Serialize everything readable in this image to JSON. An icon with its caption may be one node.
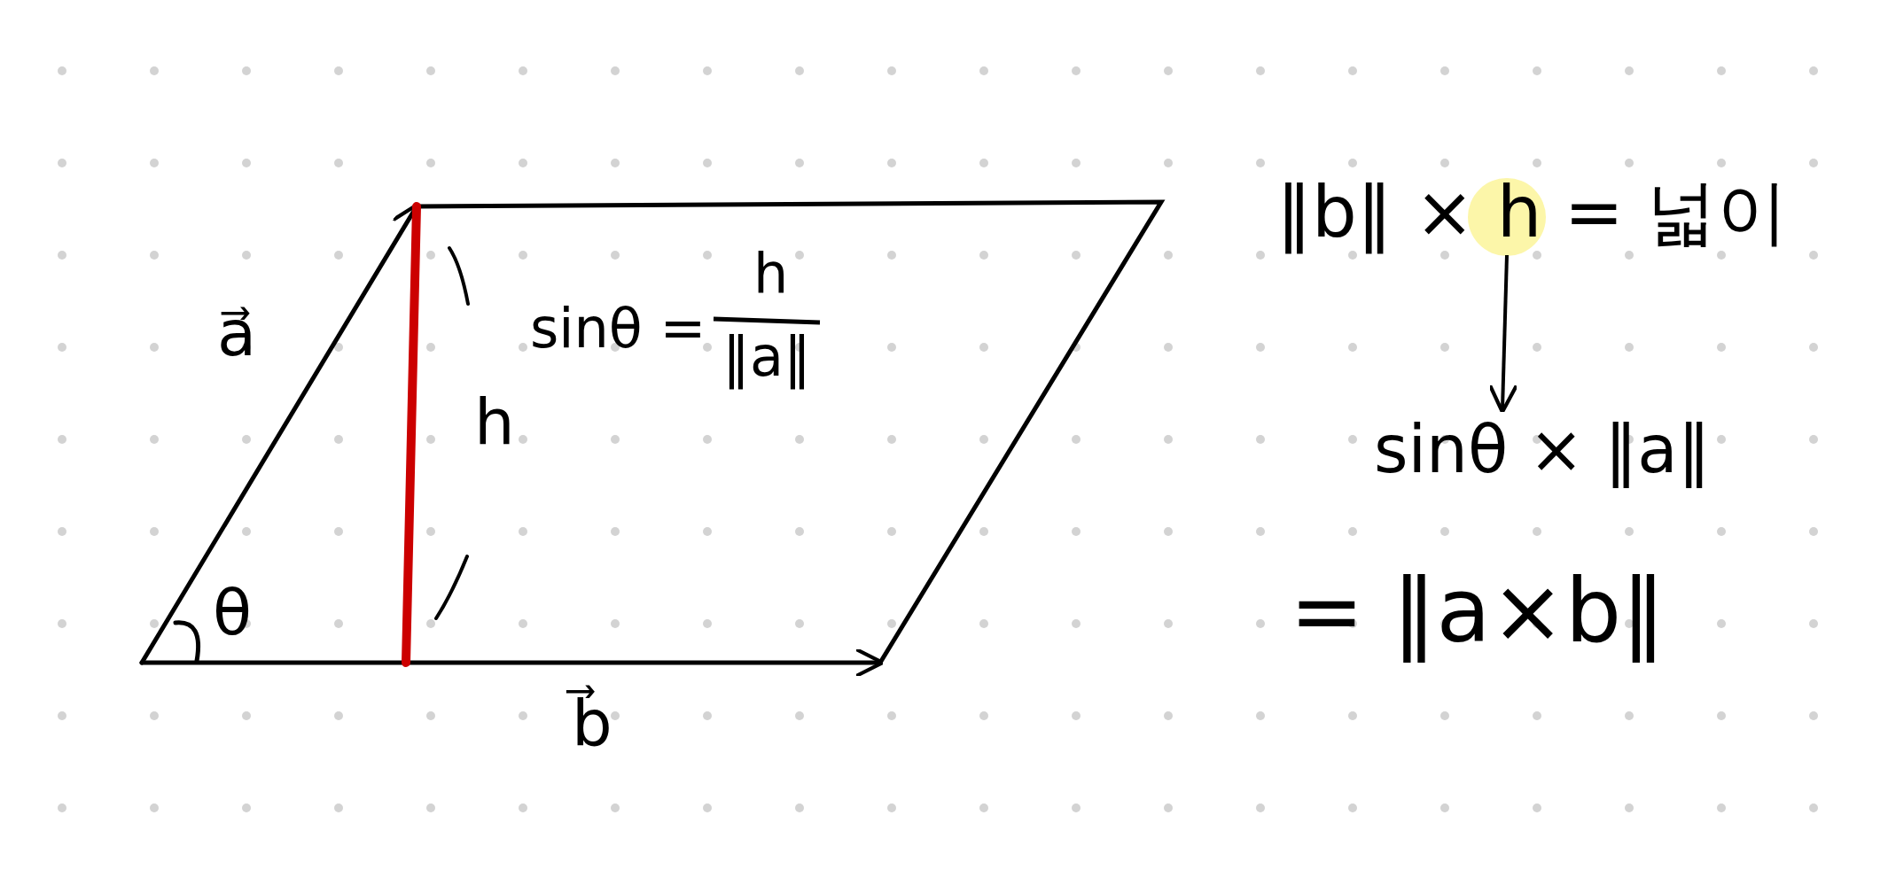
{
  "diagram": {
    "nodes": [
      {
        "text": [
          "‖b‖ × h = 넓이"
        ]
      },
      {
        "text": [
          "sinθ × ‖a‖"
        ]
      }
    ],
    "edges": [
      {
        "from": 0,
        "to": 1,
        "arrow": "to"
      }
    ],
    "labels": [
      "sinθ =",
      "h",
      "‖a‖",
      "a⃗",
      "h",
      "θ",
      "b⃗",
      "= ‖a×b‖"
    ]
  }
}
